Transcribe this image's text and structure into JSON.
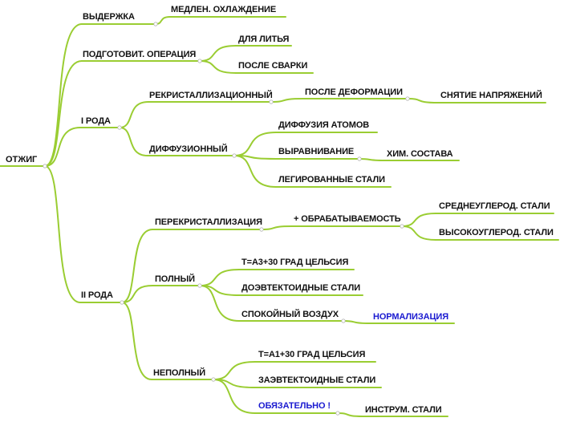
{
  "colors": {
    "branch": "#9acd32",
    "text": "#111111",
    "highlight": "#1a1ad0"
  },
  "nodes": {
    "root": "ОТЖИГ",
    "vyderzhka": "ВЫДЕРЖКА",
    "medlen": "МЕДЛЕН. ОХЛАЖДЕНИЕ",
    "podgotovit": "ПОДГОТОВИТ. ОПЕРАЦИЯ",
    "dlya_litya": "ДЛЯ ЛИТЬЯ",
    "posle_svarki": "ПОСЛЕ СВАРКИ",
    "i_roda": "I РОДА",
    "rekrist": "РЕКРИСТАЛЛИЗАЦИОННЫЙ",
    "posle_deform": "ПОСЛЕ ДЕФОРМАЦИИ",
    "snyatie": "СНЯТИЕ НАПРЯЖЕНИЙ",
    "diffuz": "ДИФФУЗИОННЫЙ",
    "diffuziya_atomov": "ДИФФУЗИЯ АТОМОВ",
    "vyravnivanie": "ВЫРАВНИВАНИЕ",
    "him_sostava": "ХИМ. СОСТАВА",
    "legir": "ЛЕГИРОВАННЫЕ СТАЛИ",
    "ii_roda": "II РОДА",
    "perekrist": "ПЕРЕКРИСТАЛЛИЗАЦИЯ",
    "obrab": "+ ОБРАБАТЫВАЕМОСТЬ",
    "sredneuglerod": "СРЕДНЕУГЛЕРОД. СТАЛИ",
    "vysokouglerod": "ВЫСОКОУГЛЕРОД. СТАЛИ",
    "polnyj": "ПОЛНЫЙ",
    "t_a3": "T=A3+30 ГРАД ЦЕЛЬСИЯ",
    "doevtekt": "ДОЭВТЕКТОИДНЫЕ СТАЛИ",
    "spokojnyj": "СПОКОЙНЫЙ ВОЗДУХ",
    "normalizaciya": "НОРМАЛИЗАЦИЯ",
    "nepolnyj": "НЕПОЛНЫЙ",
    "t_a1": "T=A1+30 ГРАД ЦЕЛЬСИЯ",
    "zaevtekt": "ЗАЭВТЕКТОИДНЫЕ СТАЛИ",
    "obyazatelno": "ОБЯЗАТЕЛЬНО !",
    "instrum": "ИНСТРУМ. СТАЛИ"
  }
}
